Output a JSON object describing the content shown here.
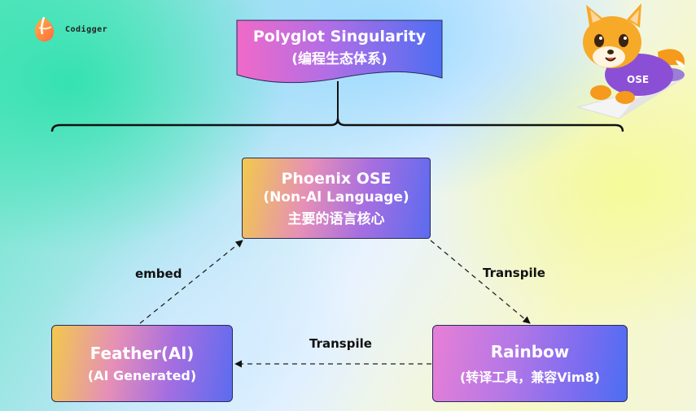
{
  "brand": {
    "name": "Codigger"
  },
  "root": {
    "line1": "Polyglot Singularity",
    "line2": "(编程生态体系)"
  },
  "nodes": {
    "phoenix": {
      "title": "Phoenix OSE",
      "subtitle": "(Non-Al Language)",
      "desc": "主要的语言核心"
    },
    "feather": {
      "title": "Feather(Al)",
      "subtitle": "(AI Generated)"
    },
    "rainbow": {
      "title": "Rainbow",
      "subtitle": "(转译工具，兼容Vim8)"
    }
  },
  "edges": {
    "embed": "embed",
    "transpile_right": "Transpile",
    "transpile_bottom": "Transpile"
  },
  "mascot": {
    "shirt_text": "OSE"
  },
  "colors": {
    "accent_purple": "#8b5cf6",
    "accent_blue": "#4b6ef2",
    "brace": "#111111"
  }
}
